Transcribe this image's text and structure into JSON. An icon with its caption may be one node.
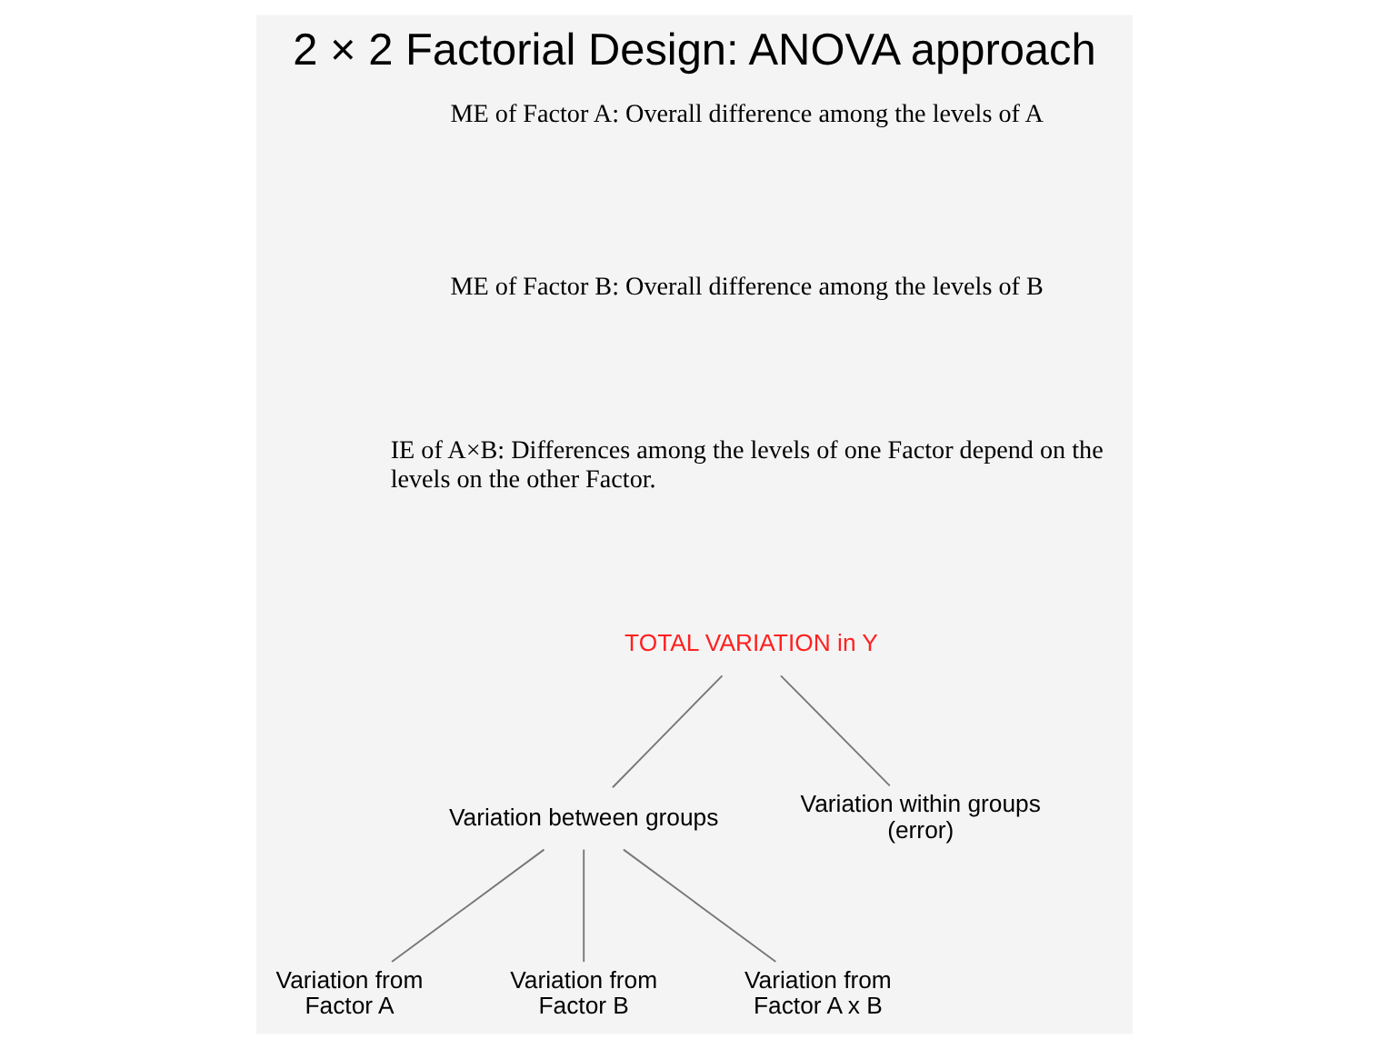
{
  "diagram": {
    "title": "2 × 2 Factorial Design: ANOVA approach",
    "nodes": [
      {
        "text": [
          "TOTAL VARIATION in Y"
        ]
      },
      {
        "text": [
          "Variation between groups"
        ]
      },
      {
        "text": [
          "Variation within groups (error)"
        ]
      },
      {
        "text": [
          "Variation from Factor A"
        ]
      },
      {
        "text": [
          "Variation from Factor B"
        ]
      },
      {
        "text": [
          "Variation from Factor A x B"
        ]
      }
    ],
    "edges": [
      {
        "from": 0,
        "to": 1,
        "arrow": "none"
      },
      {
        "from": 0,
        "to": 2,
        "arrow": "none"
      },
      {
        "from": 1,
        "to": 3,
        "arrow": "none"
      },
      {
        "from": 1,
        "to": 4,
        "arrow": "none"
      },
      {
        "from": 1,
        "to": 5,
        "arrow": "none"
      }
    ],
    "labels": [
      "ME of Factor A: Overall difference among the levels of A",
      "ME of Factor B: Overall difference among the levels of B",
      "IE of A×B: Differences among the levels of one Factor depend on the levels on the other Factor."
    ]
  }
}
